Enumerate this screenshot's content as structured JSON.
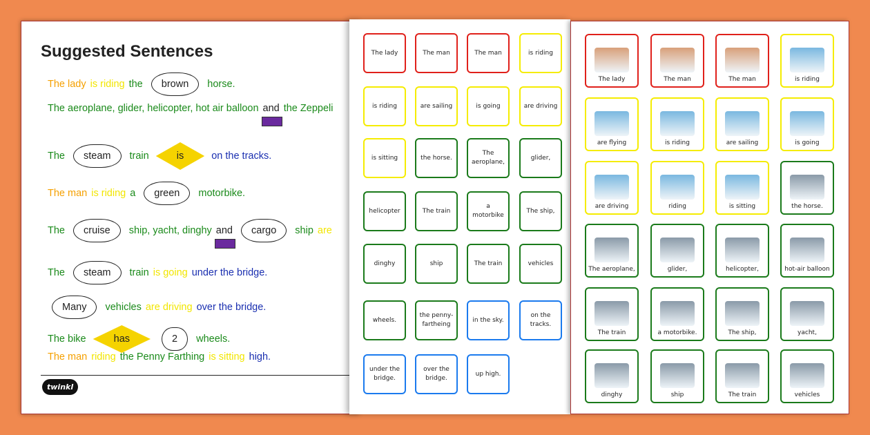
{
  "colors": {
    "background": "#f0894f",
    "subject": "#f5a000",
    "verb": "#f2e600",
    "object": "#1a8a1a",
    "place": "#1a2fb0",
    "red": "#e0201a",
    "yellow": "#f5ec00",
    "green": "#1a7a1a",
    "blue": "#1a7aee",
    "diamond": "#f5d300",
    "conjunction_box": "#6a2a9e"
  },
  "left_sheet": {
    "title": "Suggested Sentences",
    "logo": "twinkl",
    "sentences": [
      [
        {
          "t": "The lady",
          "c": "subject"
        },
        {
          "t": "is riding",
          "c": "verb"
        },
        {
          "t": "the",
          "c": "object"
        },
        {
          "t": "brown",
          "k": "cloud"
        },
        {
          "t": "horse.",
          "c": "object"
        }
      ],
      [
        {
          "t": "The aeroplane, glider, helicopter, hot air balloon",
          "c": "object"
        },
        {
          "t": "and",
          "k": "and"
        },
        {
          "t": "the Zeppeli",
          "c": "object"
        }
      ],
      [
        {
          "t": "The",
          "c": "object"
        },
        {
          "t": "steam",
          "k": "cloud"
        },
        {
          "t": "train",
          "c": "object"
        },
        {
          "t": "is",
          "k": "diamond"
        },
        {
          "t": "on the tracks.",
          "c": "place"
        }
      ],
      [
        {
          "t": "The man",
          "c": "subject"
        },
        {
          "t": "is riding",
          "c": "verb"
        },
        {
          "t": "a",
          "c": "object"
        },
        {
          "t": "green",
          "k": "cloud"
        },
        {
          "t": "motorbike.",
          "c": "object"
        }
      ],
      [
        {
          "t": "The",
          "c": "object"
        },
        {
          "t": "cruise",
          "k": "cloud"
        },
        {
          "t": "ship, yacht, dinghy",
          "c": "object"
        },
        {
          "t": "and",
          "k": "and"
        },
        {
          "t": "cargo",
          "k": "cloud"
        },
        {
          "t": "ship",
          "c": "object"
        },
        {
          "t": "are",
          "c": "verb"
        }
      ],
      [
        {
          "t": "The",
          "c": "object"
        },
        {
          "t": "steam",
          "k": "cloud"
        },
        {
          "t": "train",
          "c": "object"
        },
        {
          "t": "is going",
          "c": "verb"
        },
        {
          "t": "under the bridge.",
          "c": "place"
        }
      ],
      [
        {
          "t": "Many",
          "k": "cloud"
        },
        {
          "t": "vehicles",
          "c": "object"
        },
        {
          "t": "are driving",
          "c": "verb"
        },
        {
          "t": "over the bridge.",
          "c": "place"
        }
      ],
      [
        {
          "t": "The bike",
          "c": "object"
        },
        {
          "t": "has",
          "k": "diamond"
        },
        {
          "t": "2",
          "k": "cloud"
        },
        {
          "t": "wheels.",
          "c": "object"
        }
      ],
      [
        {
          "t": "The man",
          "c": "subject"
        },
        {
          "t": "riding",
          "c": "verb"
        },
        {
          "t": "the Penny Farthing",
          "c": "object"
        },
        {
          "t": "is sitting",
          "c": "verb"
        },
        {
          "t": "high.",
          "c": "place"
        }
      ]
    ]
  },
  "word_cards": [
    {
      "t": "The lady",
      "c": "red"
    },
    {
      "t": "The man",
      "c": "red"
    },
    {
      "t": "The man",
      "c": "red"
    },
    {
      "t": "is riding",
      "c": "yellow"
    },
    {
      "t": "is riding",
      "c": "yellow"
    },
    {
      "t": "are sailing",
      "c": "yellow"
    },
    {
      "t": "is going",
      "c": "yellow"
    },
    {
      "t": "are driving",
      "c": "yellow"
    },
    {
      "t": "is sitting",
      "c": "yellow"
    },
    {
      "t": "the horse.",
      "c": "green"
    },
    {
      "t": "The aeroplane,",
      "c": "green"
    },
    {
      "t": "glider,",
      "c": "green"
    },
    {
      "t": "helicopter",
      "c": "green"
    },
    {
      "t": "The train",
      "c": "green"
    },
    {
      "t": "a motorbike",
      "c": "green"
    },
    {
      "t": "The ship,",
      "c": "green"
    },
    {
      "t": "dinghy",
      "c": "green"
    },
    {
      "t": "ship",
      "c": "green"
    },
    {
      "t": "The train",
      "c": "green"
    },
    {
      "t": "vehicles",
      "c": "green"
    },
    {
      "t": "wheels.",
      "c": "green"
    },
    {
      "t": "the penny-fartheing",
      "c": "green"
    },
    {
      "t": "in the sky.",
      "c": "blue"
    },
    {
      "t": "on the tracks.",
      "c": "blue"
    },
    {
      "t": "under the bridge.",
      "c": "blue"
    },
    {
      "t": "over the bridge.",
      "c": "blue"
    },
    {
      "t": "up high.",
      "c": "blue"
    }
  ],
  "picture_cards": [
    {
      "t": "The lady",
      "c": "red",
      "icon": "lady-picture"
    },
    {
      "t": "The man",
      "c": "red",
      "icon": "man-picture"
    },
    {
      "t": "The man",
      "c": "red",
      "icon": "man-with-child-picture"
    },
    {
      "t": "is riding",
      "c": "yellow",
      "icon": "horse-rider-picture"
    },
    {
      "t": "are flying",
      "c": "yellow",
      "icon": "aeroplane-picture"
    },
    {
      "t": "is riding",
      "c": "yellow",
      "icon": "cyclist-picture"
    },
    {
      "t": "are sailing",
      "c": "yellow",
      "icon": "sailboat-picture"
    },
    {
      "t": "is going",
      "c": "yellow",
      "icon": "arrow-right-picture"
    },
    {
      "t": "are driving",
      "c": "yellow",
      "icon": "car-picture"
    },
    {
      "t": "riding",
      "c": "yellow",
      "icon": "cyclist-picture"
    },
    {
      "t": "is sitting",
      "c": "yellow",
      "icon": "sitting-people-picture"
    },
    {
      "t": "the horse.",
      "c": "green",
      "icon": "horse-picture"
    },
    {
      "t": "The aeroplane,",
      "c": "green",
      "icon": "aeroplane-picture"
    },
    {
      "t": "glider,",
      "c": "green",
      "icon": "glider-picture"
    },
    {
      "t": "helicopter,",
      "c": "green",
      "icon": "helicopter-picture"
    },
    {
      "t": "hot-air balloon",
      "c": "green",
      "icon": "hot-air-balloon-picture"
    },
    {
      "t": "The train",
      "c": "green",
      "icon": "train-picture"
    },
    {
      "t": "a motorbike.",
      "c": "green",
      "icon": "motorbike-picture"
    },
    {
      "t": "The ship,",
      "c": "green",
      "icon": "ship-picture"
    },
    {
      "t": "yacht,",
      "c": "green",
      "icon": "yacht-picture"
    },
    {
      "t": "dinghy",
      "c": "green",
      "icon": "dinghy-picture"
    },
    {
      "t": "ship",
      "c": "green",
      "icon": "old-ship-picture"
    },
    {
      "t": "The train",
      "c": "green",
      "icon": "train-picture"
    },
    {
      "t": "vehicles",
      "c": "green",
      "icon": "vehicles-picture"
    }
  ]
}
